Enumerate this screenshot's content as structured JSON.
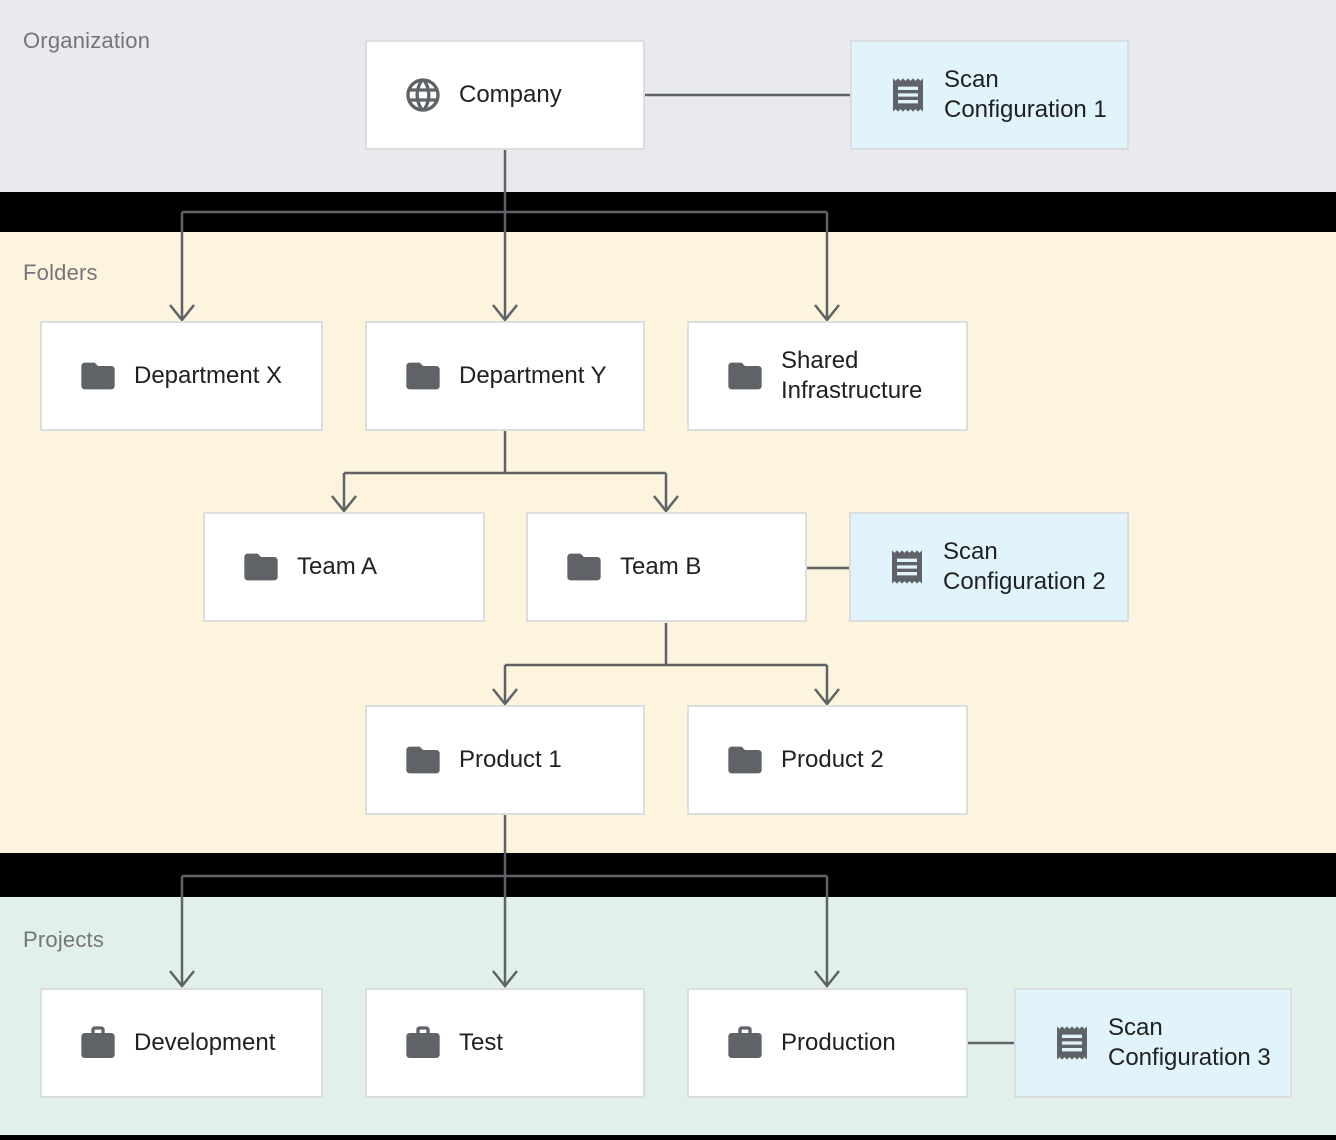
{
  "diagram": {
    "bands": {
      "organization": {
        "label": "Organization"
      },
      "folders": {
        "label": "Folders"
      },
      "projects": {
        "label": "Projects"
      }
    },
    "nodes": {
      "company": {
        "label": "Company",
        "icon": "globe-icon",
        "band": "organization"
      },
      "scan_config_1": {
        "label": "Scan Configuration 1",
        "icon": "receipt-icon",
        "band": "organization"
      },
      "department_x": {
        "label": "Department X",
        "icon": "folder-icon",
        "band": "folders"
      },
      "department_y": {
        "label": "Department Y",
        "icon": "folder-icon",
        "band": "folders"
      },
      "shared_infrastructure": {
        "label": "Shared Infrastructure",
        "icon": "folder-icon",
        "band": "folders"
      },
      "team_a": {
        "label": "Team A",
        "icon": "folder-icon",
        "band": "folders"
      },
      "team_b": {
        "label": "Team B",
        "icon": "folder-icon",
        "band": "folders"
      },
      "scan_config_2": {
        "label": "Scan Configuration 2",
        "icon": "receipt-icon",
        "band": "folders"
      },
      "product_1": {
        "label": "Product 1",
        "icon": "folder-icon",
        "band": "folders"
      },
      "product_2": {
        "label": "Product 2",
        "icon": "folder-icon",
        "band": "folders"
      },
      "development": {
        "label": "Development",
        "icon": "briefcase-icon",
        "band": "projects"
      },
      "test": {
        "label": "Test",
        "icon": "briefcase-icon",
        "band": "projects"
      },
      "production": {
        "label": "Production",
        "icon": "briefcase-icon",
        "band": "projects"
      },
      "scan_config_3": {
        "label": "Scan Configuration 3",
        "icon": "receipt-icon",
        "band": "projects"
      }
    },
    "edges": [
      {
        "from": "company",
        "to": "scan_config_1",
        "style": "plain"
      },
      {
        "from": "company",
        "to": "department_x",
        "style": "arrow"
      },
      {
        "from": "company",
        "to": "department_y",
        "style": "arrow"
      },
      {
        "from": "company",
        "to": "shared_infrastructure",
        "style": "arrow"
      },
      {
        "from": "department_y",
        "to": "team_a",
        "style": "arrow"
      },
      {
        "from": "department_y",
        "to": "team_b",
        "style": "arrow"
      },
      {
        "from": "team_b",
        "to": "scan_config_2",
        "style": "plain"
      },
      {
        "from": "team_b",
        "to": "product_1",
        "style": "arrow"
      },
      {
        "from": "team_b",
        "to": "product_2",
        "style": "arrow"
      },
      {
        "from": "product_1",
        "to": "development",
        "style": "arrow"
      },
      {
        "from": "product_1",
        "to": "test",
        "style": "arrow"
      },
      {
        "from": "product_1",
        "to": "production",
        "style": "arrow"
      },
      {
        "from": "production",
        "to": "scan_config_3",
        "style": "plain"
      }
    ],
    "colors": {
      "organization_band": "#E8EAED",
      "folders_band": "#FCF4DC",
      "projects_band": "#E1F0E8",
      "scan_config_fill": "#E1F4FC",
      "node_fill": "#FFFFFF",
      "node_border": "#DBDDE0",
      "connector": "#5F6368",
      "icon": "#5F6368",
      "node_text": "#212121",
      "band_label_text": "#757579",
      "background": "#000000"
    }
  }
}
